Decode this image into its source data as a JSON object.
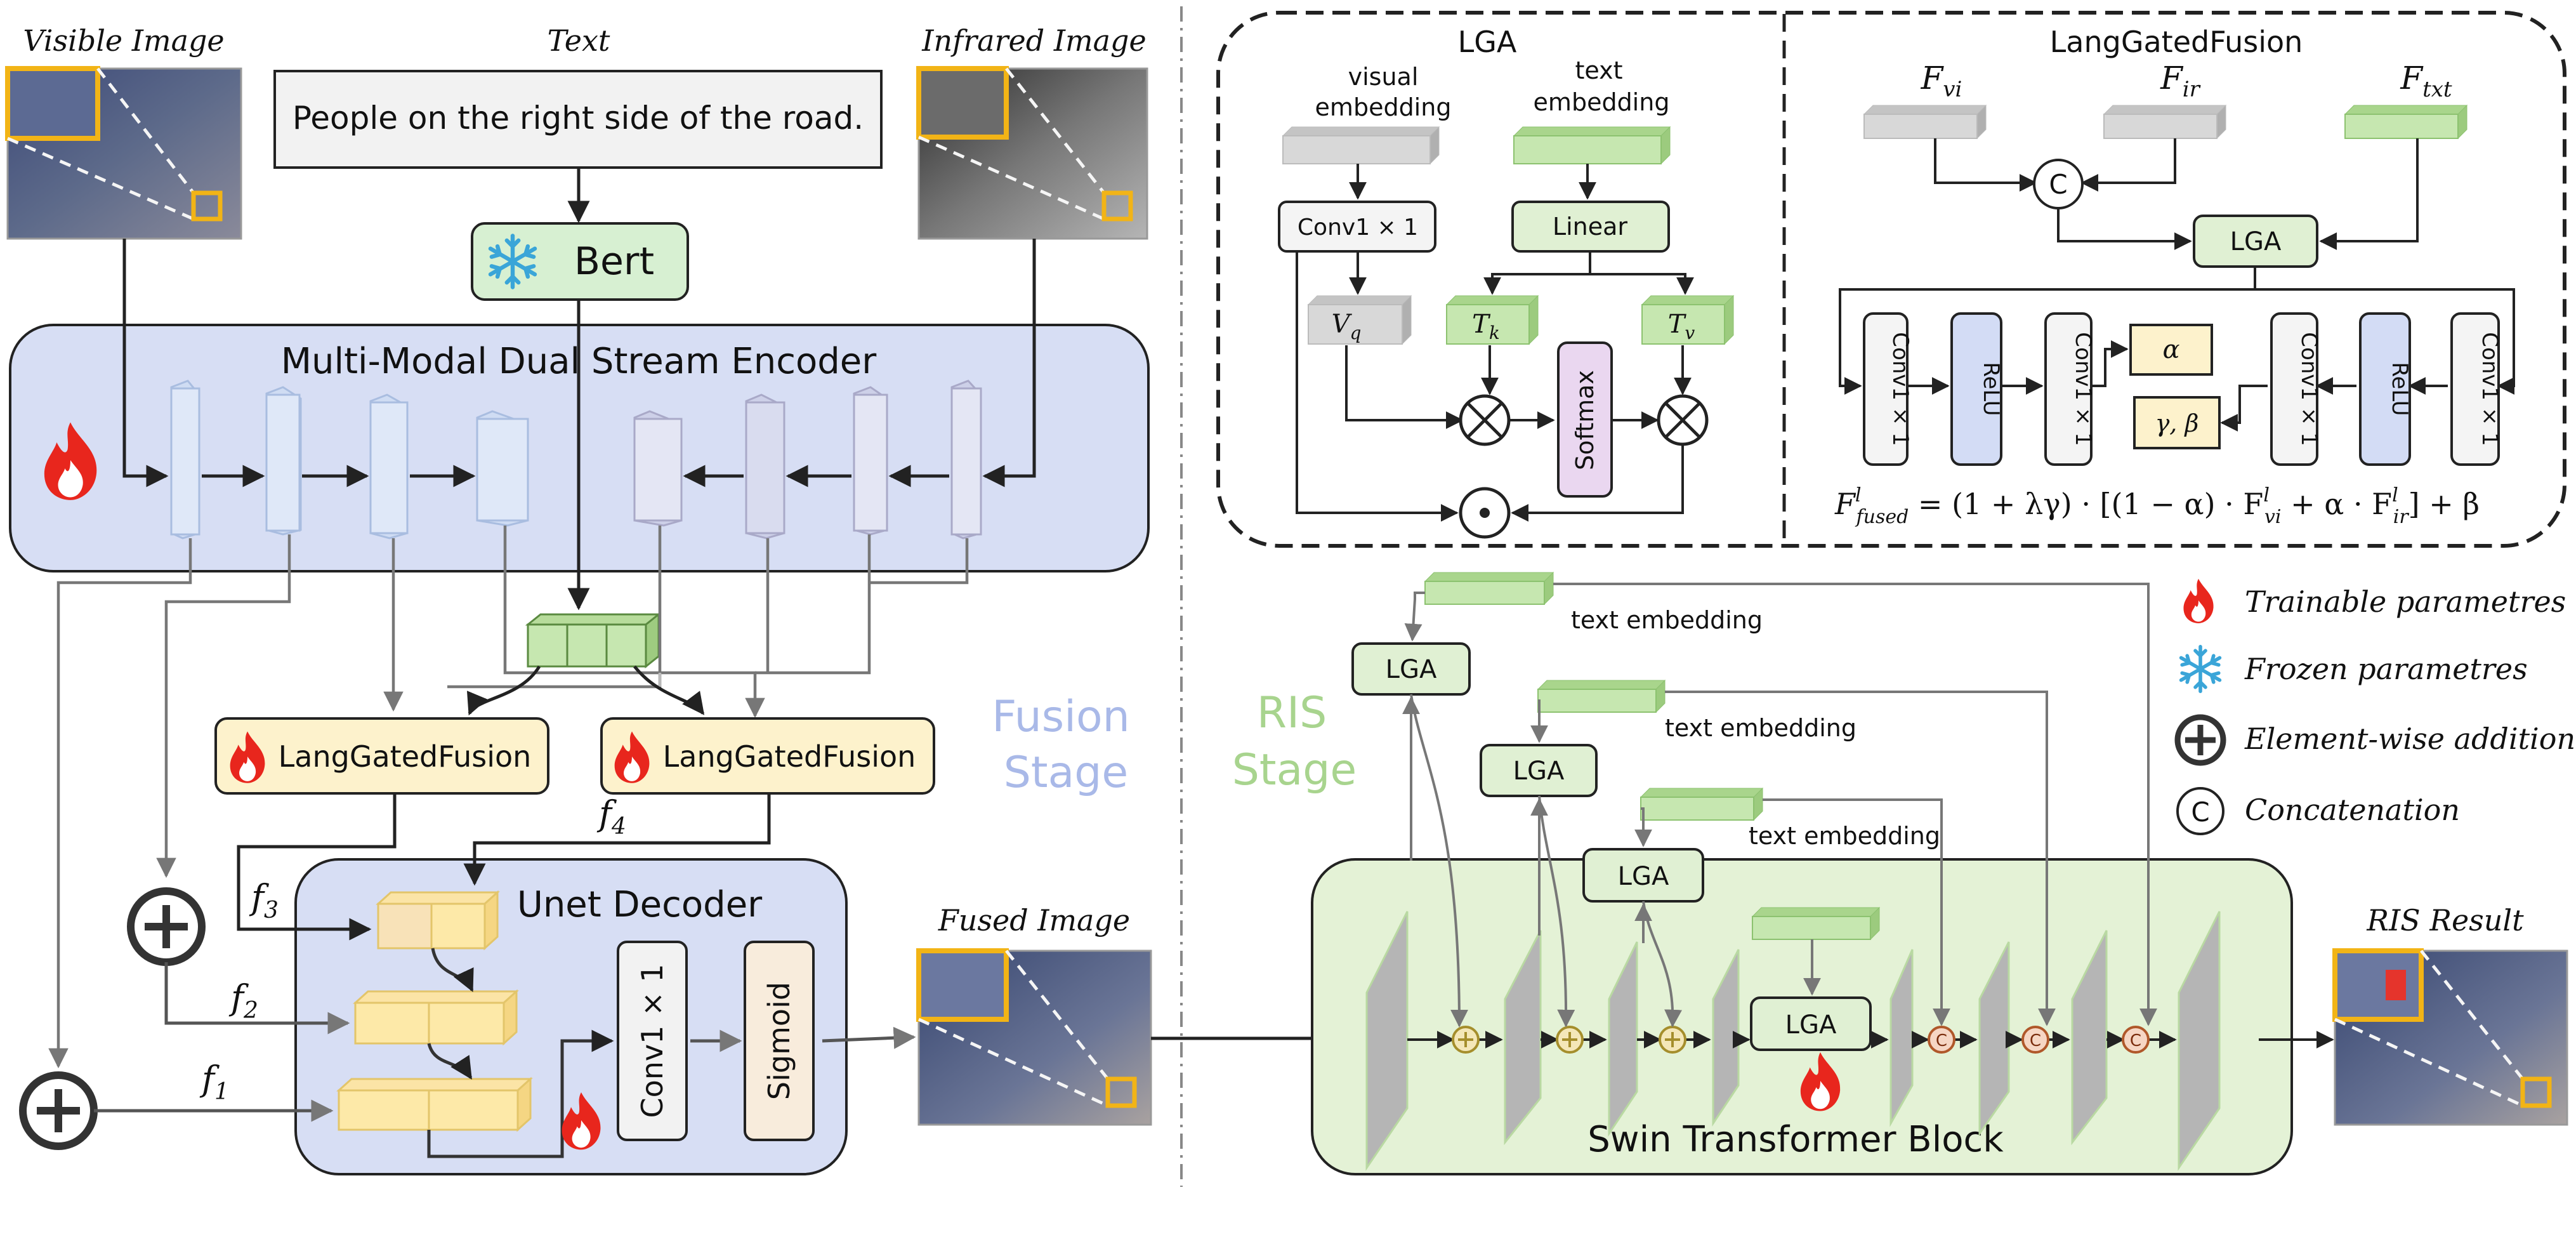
{
  "colors": {
    "encoder_fill": "#d7def4",
    "decoder_fill": "#d7def4",
    "ris_fill": "#e4f2d6",
    "lang_fill": "#fdf2cc",
    "lang_stroke": "#c9a85a",
    "bert_fill": "#d7f0d2",
    "text_emb": "#c6e7b0",
    "gray_emb": "#d4d4d4",
    "softmax_fill": "#ead7f0",
    "relu_fill": "#d3dcf5",
    "alpha_fill": "#fdf2cc",
    "fusion_stage_text": "#a9b9e8",
    "ris_stage_text": "#a8d48e",
    "arrow": "#222222",
    "gray_line": "#777777",
    "flame": "#e8261d",
    "snow": "#3aa5d8"
  },
  "inputs": {
    "visible_label": "Visible Image",
    "text_label": "Text",
    "text_value": "People on the right side of the road.",
    "infrared_label": "Infrared Image"
  },
  "bert": {
    "label": "Bert",
    "icon": "snowflake-icon"
  },
  "encoder": {
    "title": "Multi-Modal Dual Stream Encoder",
    "icon": "flame-icon"
  },
  "fusion": {
    "block_label": "LangGatedFusion",
    "stage_label_1": "Fusion",
    "stage_label_2": "Stage",
    "f1": "f",
    "f1_sub": "1",
    "f2": "f",
    "f2_sub": "2",
    "f3": "f",
    "f3_sub": "3",
    "f4": "f",
    "f4_sub": "4"
  },
  "decoder": {
    "title": "Unet Decoder",
    "conv": "Conv1 × 1",
    "sigmoid": "Sigmoid"
  },
  "fused_image_label": "Fused Image",
  "ris": {
    "stage_label_1": "RIS",
    "stage_label_2": "Stage",
    "swin_label": "Swin Transformer Block",
    "lga_label": "LGA",
    "text_embedding_label": "text embedding",
    "result_label": "RIS Result"
  },
  "lga_panel": {
    "title": "LGA",
    "visual_1": "visual",
    "visual_2": "embedding",
    "text_1": "text",
    "text_2": "embedding",
    "conv": "Conv1 × 1",
    "linear": "Linear",
    "vq": "V",
    "vq_sub": "q",
    "tk": "T",
    "tk_sub": "k",
    "tv": "T",
    "tv_sub": "v",
    "softmax": "Softmax",
    "dot": "⊙",
    "otimes": "⊗"
  },
  "lgf_panel": {
    "title": "LangGatedFusion",
    "fvi": "F",
    "fvi_sub": "vi",
    "fir": "F",
    "fir_sub": "ir",
    "ftxt": "F",
    "ftxt_sub": "txt",
    "concat": "C",
    "lga": "LGA",
    "conv": "Conv1 × 1",
    "relu": "ReLU",
    "alpha": "α",
    "gamma_beta": "γ, β",
    "formula": "F",
    "formula_sup": "l",
    "formula_sub": "fused",
    "formula_rest": " = (1 + λγ) · [(1 − α) · F",
    "formula_sup2": "l",
    "formula_sub2": "vi",
    "formula_rest2": " + α · F",
    "formula_sup3": "l",
    "formula_sub3": "ir",
    "formula_rest3": "] + β"
  },
  "legend": {
    "trainable": "Trainable parametres",
    "frozen": "Frozen parametres",
    "addition": "Element-wise addition",
    "concat": "Concatenation",
    "concat_symbol": "C"
  }
}
